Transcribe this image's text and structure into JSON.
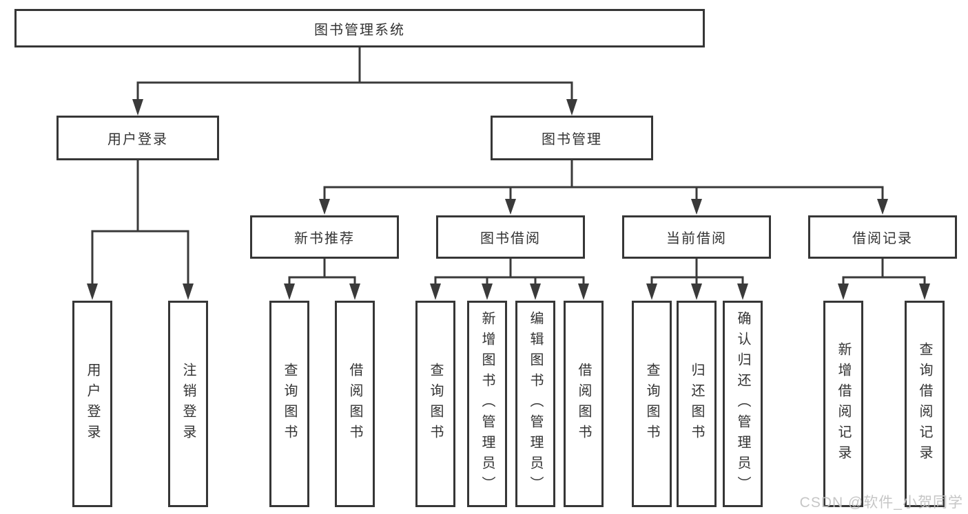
{
  "tree": {
    "root": {
      "label": "图书管理系统",
      "children": [
        {
          "label": "用户登录",
          "children": [
            {
              "label": "用户登录"
            },
            {
              "label": "注销登录"
            }
          ]
        },
        {
          "label": "图书管理",
          "children": [
            {
              "label": "新书推荐",
              "children": [
                {
                  "label": "查询图书"
                },
                {
                  "label": "借阅图书"
                }
              ]
            },
            {
              "label": "图书借阅",
              "children": [
                {
                  "label": "查询图书"
                },
                {
                  "label": "新增图书（管理员）"
                },
                {
                  "label": "编辑图书（管理员）"
                },
                {
                  "label": "借阅图书"
                }
              ]
            },
            {
              "label": "当前借阅",
              "children": [
                {
                  "label": "查询图书"
                },
                {
                  "label": "归还图书"
                },
                {
                  "label": "确认归还（管理员）"
                }
              ]
            },
            {
              "label": "借阅记录",
              "children": [
                {
                  "label": "新增借阅记录"
                },
                {
                  "label": "查询借阅记录"
                }
              ]
            }
          ]
        }
      ]
    }
  },
  "watermark": {
    "text": "CSDN @软件_小贺同学"
  },
  "colors": {
    "line": "#3a3a3a",
    "box_border": "#363636",
    "text": "#333333",
    "watermark": "#c3c3c3",
    "background": "#ffffff"
  }
}
